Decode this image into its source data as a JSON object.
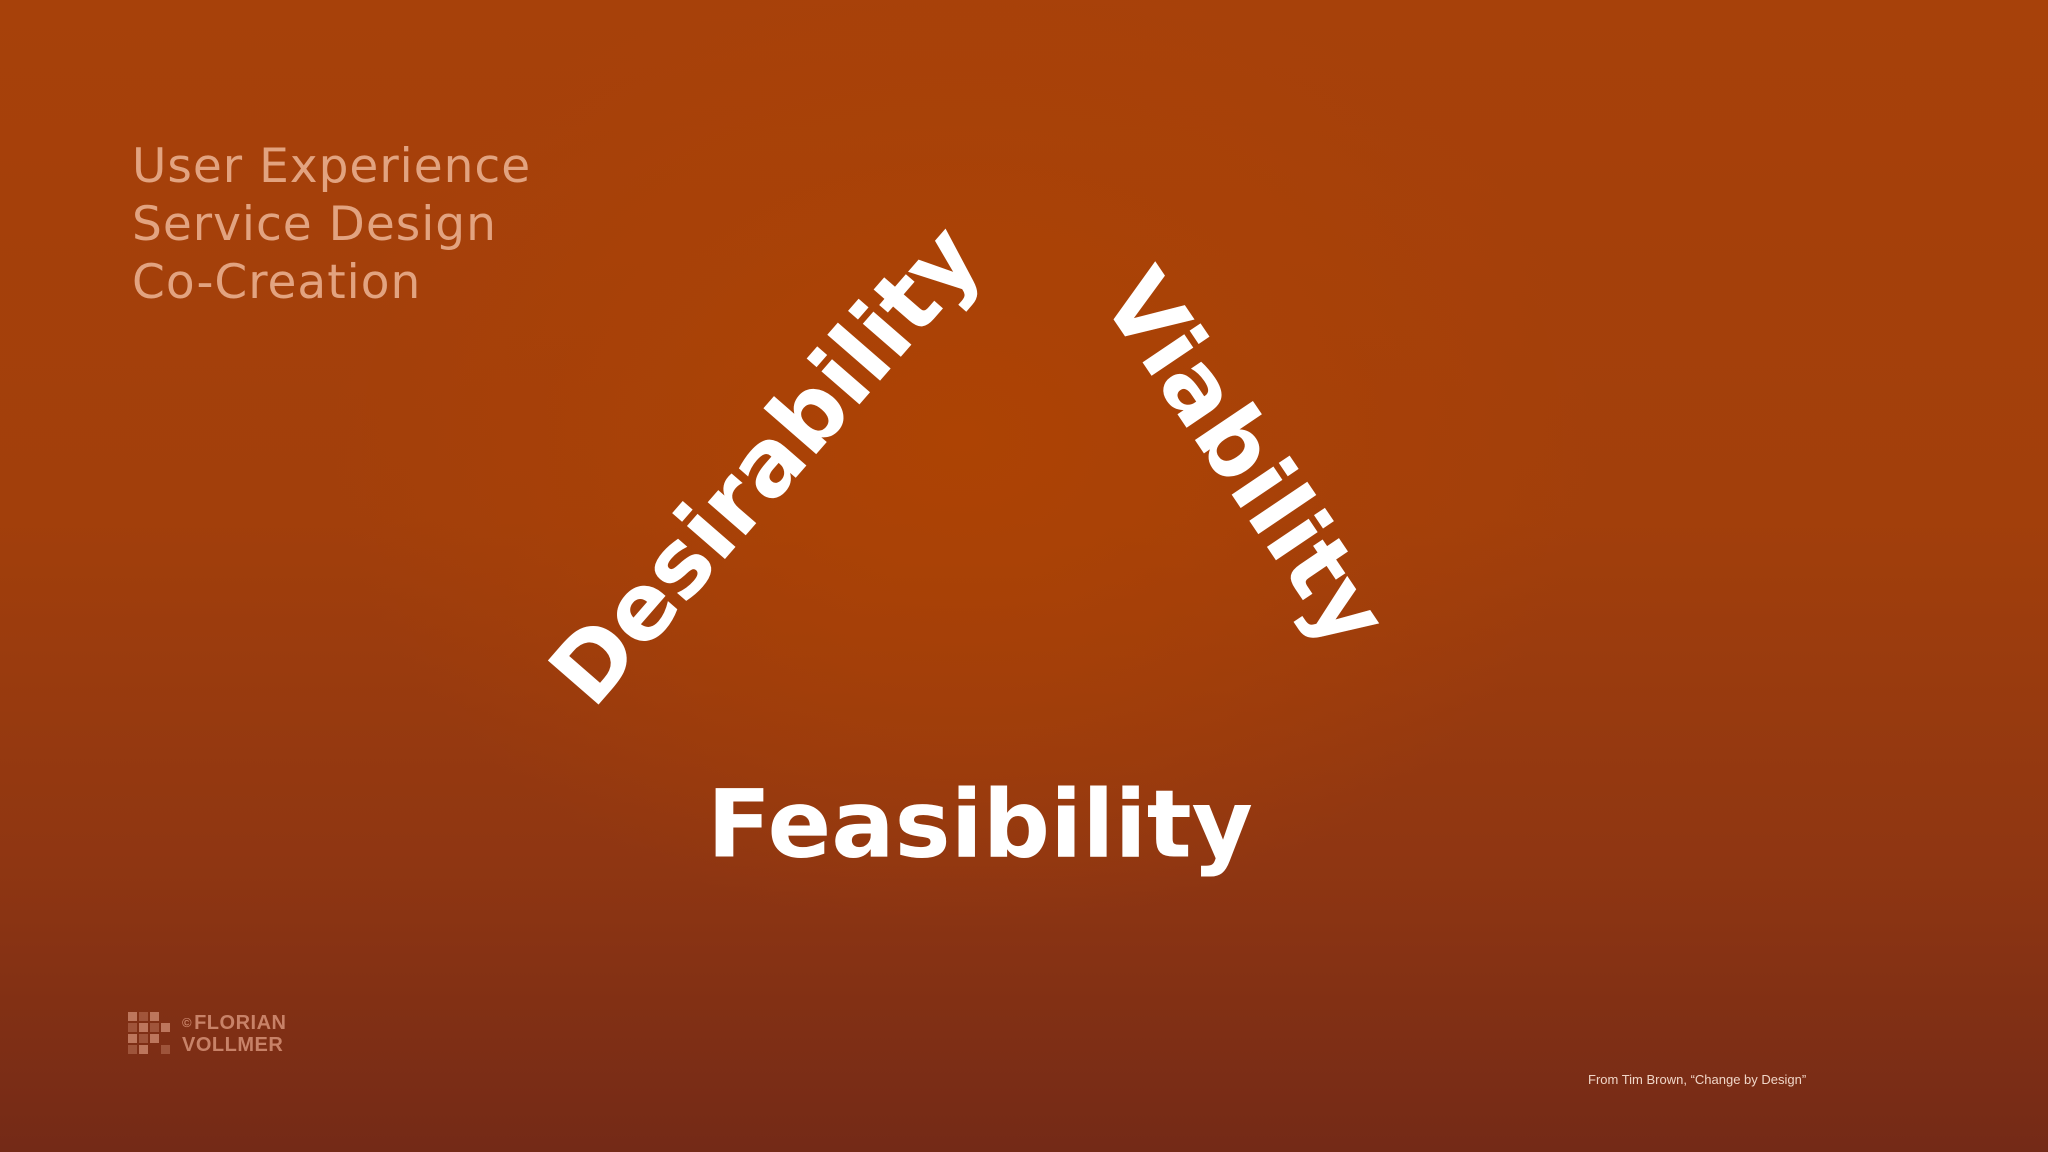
{
  "colors": {
    "background_top": "#a7410a",
    "background_bottom": "#742a17",
    "subtitle_text": "#e2a380",
    "concept_text": "#ffffff",
    "logo": "#c88268",
    "credit_text": "#f0d6c8"
  },
  "subtitles": [
    "User Experience",
    "Service Design",
    "Co-Creation"
  ],
  "concepts": {
    "desirability": "Desirability",
    "viability": "Viability",
    "feasibility": "Feasibility"
  },
  "logo": {
    "icon": "florian-vollmer-logo-icon",
    "copyright": "©",
    "line1": "FLORIAN",
    "line2": "VOLLMER"
  },
  "credit": "From Tim Brown, “Change by Design”"
}
